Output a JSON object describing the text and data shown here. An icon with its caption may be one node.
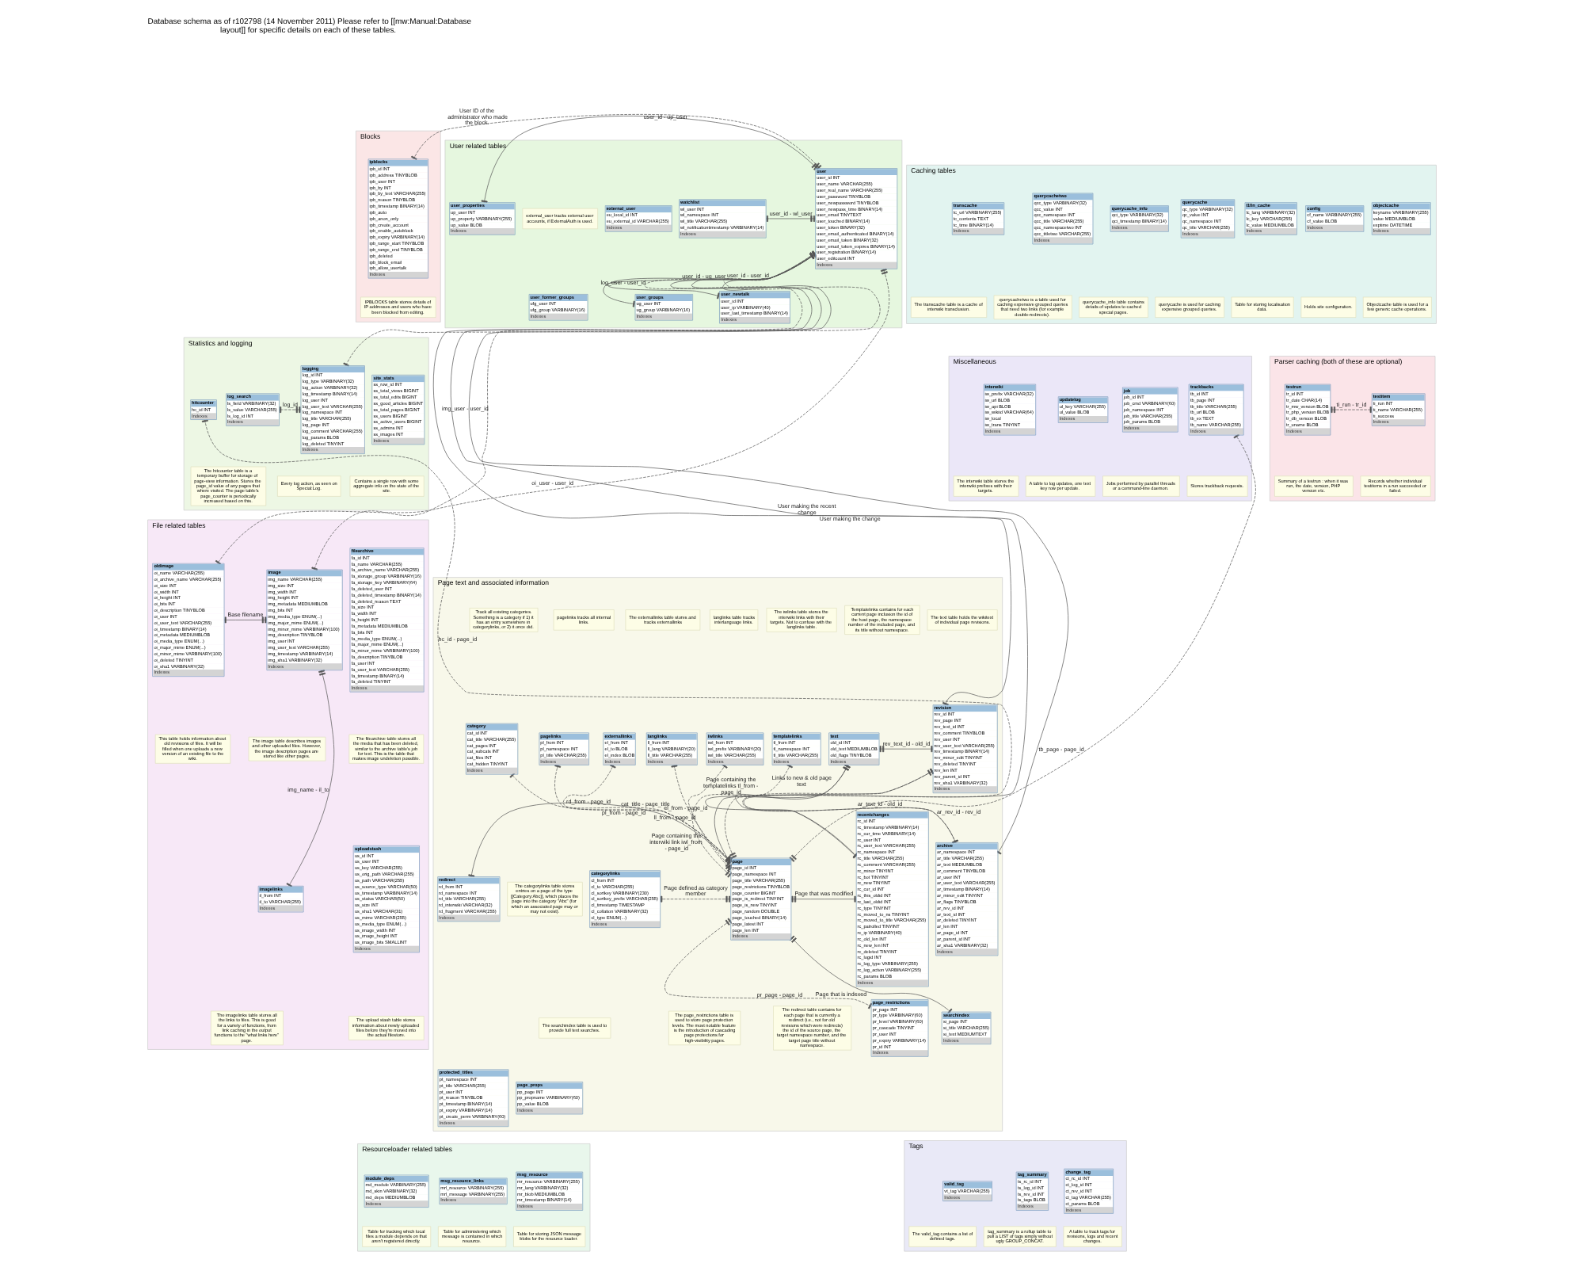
{
  "diagram": {
    "title": "Database schema as of r102798 (14 November 2011) Please refer to [[mw:Manual:Database layout]] for specific details on each of these tables.",
    "nodes": [
      {
        "text": [
          "Blocks"
        ]
      },
      {
        "text": [
          "ipblocks",
          "ipb_id INT",
          "ipb_address TINYBLOB",
          "ipb_user INT",
          "ipb_by INT",
          "ipb_by_text VARCHAR(255)",
          "ipb_reason TINYBLOB",
          "ipb_timestamp BINARY(14)",
          "ipb_auto",
          "ipb_anon_only",
          "ipb_create_account",
          "ipb_enable_autoblock",
          "ipb_expiry VARBINARY(14)",
          "ipb_range_start TINYBLOB",
          "ipb_range_end TINYBLOB",
          "ipb_deleted",
          "ipb_block_email",
          "ipb_allow_usertalk",
          "Indexes"
        ],
        "in": 0
      },
      {
        "text": [
          "IPBLOCKS table stores details of IP addresses and users who have been blocked from editing."
        ],
        "in": 0
      },
      {
        "text": [
          "User related tables"
        ]
      },
      {
        "text": [
          "user",
          "user_id INT",
          "user_name VARCHAR(255)",
          "user_real_name VARCHAR(255)",
          "user_password TINYBLOB",
          "user_newpassword TINYBLOB",
          "user_newpass_time BINARY(14)",
          "user_email TINYTEXT",
          "user_touched BINARY(14)",
          "user_token BINARY(32)",
          "user_email_authenticated BINARY(14)",
          "user_email_token BINARY(32)",
          "user_email_token_expires BINARY(14)",
          "user_registration BINARY(14)",
          "user_editcount INT",
          "Indexes"
        ],
        "in": 3
      },
      {
        "text": [
          "watchlist",
          "wl_user INT",
          "wl_namespace INT",
          "wl_title VARCHAR(255)",
          "wl_notificationtimestamp VARBINARY(14)",
          "Indexes"
        ],
        "in": 3
      },
      {
        "text": [
          "external_user",
          "eu_local_id INT",
          "eu_external_id VARCHAR(255)",
          "Indexes"
        ],
        "in": 3
      },
      {
        "text": [
          "external_user tracks external user accounts, if ExternalAuth is used."
        ],
        "in": 3
      },
      {
        "text": [
          "user_groups",
          "ug_user INT",
          "ug_group VARBINARY(16)",
          "Indexes"
        ],
        "in": 3
      },
      {
        "text": [
          "user_former_groups",
          "ufg_user INT",
          "ufg_group VARBINARY(16)",
          "Indexes"
        ],
        "in": 3
      },
      {
        "text": [
          "user_properties",
          "up_user INT",
          "up_property VARBINARY(255)",
          "up_value BLOB",
          "Indexes"
        ],
        "in": 3
      },
      {
        "text": [
          "user_newtalk",
          "user_id INT",
          "user_ip VARBINARY(40)",
          "user_last_timestamp BINARY(14)",
          "Indexes"
        ],
        "in": 3
      },
      {
        "text": [
          "Caching tables"
        ]
      },
      {
        "text": [
          "objectcache",
          "keyname VARBINARY(255)",
          "value MEDIUMBLOB",
          "exptime DATETIME",
          "Indexes"
        ],
        "in": 12
      },
      {
        "text": [
          "Objectcache table is used for a few generic cache operations."
        ],
        "in": 12
      },
      {
        "text": [
          "config",
          "cf_name VARBINARY(255)",
          "cf_value BLOB",
          "Indexes"
        ],
        "in": 12
      },
      {
        "text": [
          "Holds site configuration."
        ],
        "in": 12
      },
      {
        "text": [
          "l10n_cache",
          "lc_lang VARBINARY(32)",
          "lc_key VARCHAR(255)",
          "lc_value MEDIUMBLOB",
          "Indexes"
        ],
        "in": 12
      },
      {
        "text": [
          "Table for storing localisation data."
        ],
        "in": 12
      },
      {
        "text": [
          "querycache",
          "qc_type VARBINARY(32)",
          "qc_value INT",
          "qc_namespace INT",
          "qc_title VARCHAR(255)",
          "Indexes"
        ],
        "in": 12
      },
      {
        "text": [
          "querycache is used for caching expensive grouped queries."
        ],
        "in": 12
      },
      {
        "text": [
          "querycache_info",
          "qci_type VARBINARY(32)",
          "qci_timestamp BINARY(14)",
          "Indexes"
        ],
        "in": 12
      },
      {
        "text": [
          "querycache_info table contains details of updates to cached special pages."
        ],
        "in": 12
      },
      {
        "text": [
          "querycachetwo",
          "qcc_type VARBINARY(32)",
          "qcc_value INT",
          "qcc_namespace INT",
          "qcc_title VARCHAR(255)",
          "qcc_namespacetwo INT",
          "qcc_titletwo VARCHAR(255)",
          "Indexes"
        ],
        "in": 12
      },
      {
        "text": [
          "querycachetwo is a table used for caching expensive grouped queries that need two links (for example double-redirects)."
        ],
        "in": 12
      },
      {
        "text": [
          "transcache",
          "tc_url VARBINARY(255)",
          "tc_contents TEXT",
          "tc_time BINARY(14)",
          "Indexes"
        ],
        "in": 12
      },
      {
        "text": [
          "The transcache table is a cache of interwiki transclusion."
        ],
        "in": 12
      },
      {
        "text": [
          "Parser caching (both of these are optional)"
        ]
      },
      {
        "text": [
          "testitem",
          "ti_run INT",
          "ti_name VARCHAR(255)",
          "ti_success",
          "Indexes"
        ],
        "in": 27
      },
      {
        "text": [
          "Records whether individual testitems in a run succeeded or failed."
        ],
        "in": 27
      },
      {
        "text": [
          "testrun",
          "tr_id INT",
          "tr_date CHAR(14)",
          "tr_mw_version BLOB",
          "tr_php_version BLOB",
          "tr_db_version BLOB",
          "tr_uname BLOB",
          "Indexes"
        ],
        "in": 27
      },
      {
        "text": [
          "Summary of a testrun : when it was run, the date, version, PHP version etc."
        ],
        "in": 27
      },
      {
        "text": [
          "Miscellaneous"
        ]
      },
      {
        "text": [
          "trackbacks",
          "tb_id INT",
          "tb_page INT",
          "tb_title VARCHAR(255)",
          "tb_url BLOB",
          "tb_ex TEXT",
          "tb_name VARCHAR(255)",
          "Indexes"
        ],
        "in": 32
      },
      {
        "text": [
          "Stores trackback requests."
        ],
        "in": 32
      },
      {
        "text": [
          "job",
          "job_id INT",
          "job_cmd VARBINARY(60)",
          "job_namespace INT",
          "job_title VARCHAR(255)",
          "job_params BLOB",
          "Indexes"
        ],
        "in": 32
      },
      {
        "text": [
          "Jobs performed by parallel threads or a command-line daemon."
        ],
        "in": 32
      },
      {
        "text": [
          "updatelog",
          "ul_key VARCHAR(255)",
          "ul_value BLOB",
          "Indexes"
        ],
        "in": 32
      },
      {
        "text": [
          "A table to log updates, one text key row per update."
        ],
        "in": 32
      },
      {
        "text": [
          "interwiki",
          "iw_prefix VARCHAR(32)",
          "iw_url BLOB",
          "iw_api BLOB",
          "iw_wikiid VARCHAR(64)",
          "iw_local",
          "iw_trans TINYINT",
          "Indexes"
        ],
        "in": 32
      },
      {
        "text": [
          "The interwiki table stores the interwiki prefixes with their targets."
        ],
        "in": 32
      },
      {
        "text": [
          "Statistics and logging"
        ]
      },
      {
        "text": [
          "site_stats",
          "ss_row_id INT",
          "ss_total_views BIGINT",
          "ss_total_edits BIGINT",
          "ss_good_articles BIGINT",
          "ss_total_pages BIGINT",
          "ss_users BIGINT",
          "ss_active_users BIGINT",
          "ss_admins INT",
          "ss_images INT",
          "Indexes"
        ],
        "in": 41
      },
      {
        "text": [
          "Contains a single row with some aggregate info on the state of the site."
        ],
        "in": 41
      },
      {
        "text": [
          "logging",
          "log_id INT",
          "log_type VARBINARY(32)",
          "log_action VARBINARY(32)",
          "log_timestamp BINARY(14)",
          "log_user INT",
          "log_user_text VARCHAR(255)",
          "log_namespace INT",
          "log_title VARCHAR(255)",
          "log_page INT",
          "log_comment VARCHAR(255)",
          "log_params BLOB",
          "log_deleted TINYINT",
          "Indexes"
        ],
        "in": 41
      },
      {
        "text": [
          "Every log action, as seen on Special:Log."
        ],
        "in": 41
      },
      {
        "text": [
          "log_search",
          "ls_field VARBINARY(32)",
          "ls_value VARCHAR(255)",
          "ls_log_id INT",
          "Indexes"
        ],
        "in": 41
      },
      {
        "text": [
          "hitcounter",
          "hc_id INT",
          "Indexes"
        ],
        "in": 41
      },
      {
        "text": [
          "The hitcounter table is a temporary buffer for storage of page-view information. Stores the page_id value of any pages that where visited. The page table's page_counter is periodically increased based on this."
        ],
        "in": 41
      },
      {
        "text": [
          "Page text and associated information"
        ]
      },
      {
        "text": [
          "revision",
          "rev_id INT",
          "rev_page INT",
          "rev_text_id INT",
          "rev_comment TINYBLOB",
          "rev_user INT",
          "rev_user_text VARCHAR(255)",
          "rev_timestamp BINARY(14)",
          "rev_minor_edit TINYINT",
          "rev_deleted TINYINT",
          "rev_len INT",
          "rev_parent_id INT",
          "rev_sha1 VARBINARY(32)",
          "Indexes"
        ],
        "in": 49
      },
      {
        "text": [
          "The text table holds the wikitext of individual page revisions."
        ],
        "in": 49
      },
      {
        "text": [
          "text",
          "old_id INT",
          "old_text MEDIUMBLOB",
          "old_flags TINYBLOB",
          "Indexes"
        ],
        "in": 49
      },
      {
        "text": [
          "Templatelinks contains for each current page inclusion the id of the host page, the namespace number of the included page, and its title without namespace."
        ],
        "in": 49
      },
      {
        "text": [
          "templatelinks",
          "tl_from INT",
          "tl_namespace INT",
          "tl_title VARCHAR(255)",
          "Indexes"
        ],
        "in": 49
      },
      {
        "text": [
          "The iwlinks table stores the interwiki links with their targets. Not to confuse with the langlinks table."
        ],
        "in": 49
      },
      {
        "text": [
          "iwlinks",
          "iwl_from INT",
          "iwl_prefix VARBINARY(20)",
          "iwl_title VARCHAR(255)",
          "Indexes"
        ],
        "in": 49
      },
      {
        "text": [
          "langlinks table tracks interlanguage links."
        ],
        "in": 49
      },
      {
        "text": [
          "langlinks",
          "ll_from INT",
          "ll_lang VARBINARY(20)",
          "ll_title VARCHAR(255)",
          "Indexes"
        ],
        "in": 49
      },
      {
        "text": [
          "The externallinks table stores and tracks externallinks"
        ],
        "in": 49
      },
      {
        "text": [
          "externallinks",
          "el_from INT",
          "el_to BLOB",
          "el_index BLOB",
          "Indexes"
        ],
        "in": 49
      },
      {
        "text": [
          "pagelinks tracks all internal links."
        ],
        "in": 49
      },
      {
        "text": [
          "pagelinks",
          "pl_from INT",
          "pl_namespace INT",
          "pl_title VARCHAR(255)",
          "Indexes"
        ],
        "in": 49
      },
      {
        "text": [
          "Track all existing categories. Something is a category if 1) it has an entry somewhere in categorylinks, or 2) it once did."
        ],
        "in": 49
      },
      {
        "text": [
          "category",
          "cat_id INT",
          "cat_title VARCHAR(255)",
          "cat_pages INT",
          "cat_subcats INT",
          "cat_files INT",
          "cat_hidden TINYINT",
          "Indexes"
        ],
        "in": 49
      },
      {
        "text": [
          "categorylinks",
          "cl_from INT",
          "cl_to VARCHAR(255)",
          "cl_sortkey VARBINARY(230)",
          "cl_sortkey_prefix VARCHAR(255)",
          "cl_timestamp TIMESTAMP",
          "cl_collation VARBINARY(32)",
          "cl_type ENUM(...)",
          "Indexes"
        ],
        "in": 49
      },
      {
        "text": [
          "The categorylinks table stores entries on a page of the type [[Category:Abc]], which places the page into the category \"Abc\" (for which an associated page may or may not exist)."
        ],
        "in": 49
      },
      {
        "text": [
          "page",
          "page_id INT",
          "page_namespace INT",
          "page_title VARCHAR(255)",
          "page_restrictions TINYBLOB",
          "page_counter BIGINT",
          "page_is_redirect TINYINT",
          "page_is_new TINYINT",
          "page_random DOUBLE",
          "page_touched BINARY(14)",
          "page_latest INT",
          "page_len INT",
          "Indexes"
        ],
        "in": 49
      },
      {
        "text": [
          "recentchanges",
          "rc_id INT",
          "rc_timestamp VARBINARY(14)",
          "rc_cur_time VARBINARY(14)",
          "rc_user INT",
          "rc_user_text VARCHAR(255)",
          "rc_namespace INT",
          "rc_title VARCHAR(255)",
          "rc_comment VARCHAR(255)",
          "rc_minor TINYINT",
          "rc_bot TINYINT",
          "rc_new TINYINT",
          "rc_cur_id INT",
          "rc_this_oldid INT",
          "rc_last_oldid INT",
          "rc_type TINYINT",
          "rc_moved_to_ns TINYINT",
          "rc_moved_to_title VARCHAR(255)",
          "rc_patrolled TINYINT",
          "rc_ip VARBINARY(40)",
          "rc_old_len INT",
          "rc_new_len INT",
          "rc_deleted TINYINT",
          "rc_logid INT",
          "rc_log_type VARBINARY(255)",
          "rc_log_action VARBINARY(255)",
          "rc_params BLOB",
          "Indexes"
        ],
        "in": 49
      },
      {
        "text": [
          "archive",
          "ar_namespace INT",
          "ar_title VARCHAR(255)",
          "ar_text MEDIUMBLOB",
          "ar_comment TINYBLOB",
          "ar_user INT",
          "ar_user_text VARCHAR(255)",
          "ar_timestamp BINARY(14)",
          "ar_minor_edit TINYINT",
          "ar_flags TINYBLOB",
          "ar_rev_id INT",
          "ar_text_id INT",
          "ar_deleted TINYINT",
          "ar_len INT",
          "ar_page_id INT",
          "ar_parent_id INT",
          "ar_sha1 VARBINARY(32)",
          "Indexes"
        ],
        "in": 49
      },
      {
        "text": [
          "redirect",
          "rd_from INT",
          "rd_namespace INT",
          "rd_title VARCHAR(255)",
          "rd_interwiki VARCHAR(32)",
          "rd_fragment VARCHAR(255)",
          "Indexes"
        ],
        "in": 49
      },
      {
        "text": [
          "The redirect table contains for each page that is currently a redirect (i.e., not for old revisions which were redirects) the id of the source page, the target namespace number, and the target page title without namespace."
        ],
        "in": 49
      },
      {
        "text": [
          "page_restrictions",
          "pr_page INT",
          "pr_type VARBINARY(60)",
          "pr_level VARBINARY(60)",
          "pr_cascade TINYINT",
          "pr_user INT",
          "pr_expiry VARBINARY(14)",
          "pr_id INT",
          "Indexes"
        ],
        "in": 49
      },
      {
        "text": [
          "The page_restrictions table is used to store page protection levels. The most notable feature is the introduction of cascading page protections for high-visibility pages."
        ],
        "in": 49
      },
      {
        "text": [
          "page_props",
          "pp_page INT",
          "pp_propname VARBINARY(60)",
          "pp_value BLOB",
          "Indexes"
        ],
        "in": 49
      },
      {
        "text": [
          "protected_titles",
          "pt_namespace INT",
          "pt_title VARCHAR(255)",
          "pt_user INT",
          "pt_reason TINYBLOB",
          "pt_timestamp BINARY(14)",
          "pt_expiry VARBINARY(14)",
          "pt_create_perm VARBINARY(60)",
          "Indexes"
        ],
        "in": 49
      },
      {
        "text": [
          "searchindex",
          "si_page INT",
          "si_title VARCHAR(255)",
          "si_text MEDIUMTEXT",
          "Indexes"
        ],
        "in": 49
      },
      {
        "text": [
          "The searchindex table is used to provide full text searches."
        ],
        "in": 49
      },
      {
        "text": [
          "File related tables"
        ]
      },
      {
        "text": [
          "filearchive",
          "fa_id INT",
          "fa_name VARCHAR(255)",
          "fa_archive_name VARCHAR(255)",
          "fa_storage_group VARBINARY(16)",
          "fa_storage_key VARBINARY(64)",
          "fa_deleted_user INT",
          "fa_deleted_timestamp BINARY(14)",
          "fa_deleted_reason TEXT",
          "fa_size INT",
          "fa_width INT",
          "fa_height INT",
          "fa_metadata MEDIUMBLOB",
          "fa_bits INT",
          "fa_media_type ENUM(...)",
          "fa_major_mime ENUM(...)",
          "fa_minor_mime VARBINARY(100)",
          "fa_description TINYBLOB",
          "fa_user INT",
          "fa_user_text VARCHAR(255)",
          "fa_timestamp BINARY(14)",
          "fa_deleted TINYINT",
          "Indexes"
        ],
        "in": 78
      },
      {
        "text": [
          "The filearchive table stores all the media that has been deleted, similar to the archive table's job for text. This is the table that makes image undeletion possible."
        ],
        "in": 78
      },
      {
        "text": [
          "image",
          "img_name VARCHAR(255)",
          "img_size INT",
          "img_width INT",
          "img_height INT",
          "img_metadata MEDIUMBLOB",
          "img_bits INT",
          "img_media_type ENUM(...)",
          "img_major_mime ENUM(...)",
          "img_minor_mime VARBINARY(100)",
          "img_description TINYBLOB",
          "img_user INT",
          "img_user_text VARCHAR(255)",
          "img_timestamp VARBINARY(14)",
          "img_sha1 VARBINARY(32)",
          "Indexes"
        ],
        "in": 78
      },
      {
        "text": [
          "The image table describes images and other uploaded files. However, the image description pages are stored like other pages."
        ],
        "in": 78
      },
      {
        "text": [
          "oldimage",
          "oi_name VARCHAR(255)",
          "oi_archive_name VARCHAR(255)",
          "oi_size INT",
          "oi_width INT",
          "oi_height INT",
          "oi_bits INT",
          "oi_description TINYBLOB",
          "oi_user INT",
          "oi_user_text VARCHAR(255)",
          "oi_timestamp BINARY(14)",
          "oi_metadata MEDIUMBLOB",
          "oi_media_type ENUM(...)",
          "oi_major_mime ENUM(...)",
          "oi_minor_mime VARBINARY(100)",
          "oi_deleted TINYINT",
          "oi_sha1 VARBINARY(32)",
          "Indexes"
        ],
        "in": 78
      },
      {
        "text": [
          "This table holds information about old revisions of files. It will be filled when one uploads a new version of an existing file to the wiki."
        ],
        "in": 78
      },
      {
        "text": [
          "uploadstash",
          "us_id INT",
          "us_user INT",
          "us_key VARCHAR(255)",
          "us_orig_path VARCHAR(255)",
          "us_path VARCHAR(255)",
          "us_source_type VARCHAR(50)",
          "us_timestamp VARBINARY(14)",
          "us_status VARCHAR(50)",
          "us_size INT",
          "us_sha1 VARCHAR(31)",
          "us_mime VARCHAR(255)",
          "us_media_type ENUM(...)",
          "us_image_width INT",
          "us_image_height INT",
          "us_image_bits SMALLINT",
          "Indexes"
        ],
        "in": 78
      },
      {
        "text": [
          "imagelinks",
          "il_from INT",
          "il_to VARCHAR(255)",
          "Indexes"
        ],
        "in": 78
      },
      {
        "text": [
          "The imagelinks table stores all the links to files. This is good for a variety of functions, from link caching in the output functions to the \"what links here\" page."
        ],
        "in": 78
      },
      {
        "text": [
          "The upload stash table stores information about newly uploaded files before they're moved into the actual filestore."
        ],
        "in": 78
      },
      {
        "text": [
          "Resourceloader related tables"
        ]
      },
      {
        "text": [
          "msg_resource",
          "mr_resource VARBINARY(255)",
          "mr_lang VARBINARY(32)",
          "mr_blob MEDIUMBLOB",
          "mr_timestamp BINARY(14)",
          "Indexes"
        ],
        "in": 89
      },
      {
        "text": [
          "Table for storing JSON message blobs for the resource loader."
        ],
        "in": 89
      },
      {
        "text": [
          "msg_resource_links",
          "mrl_resource VARBINARY(255)",
          "mrl_message VARBINARY(255)",
          "Indexes"
        ],
        "in": 89
      },
      {
        "text": [
          "Table for administering which message is contained in which resource."
        ],
        "in": 89
      },
      {
        "text": [
          "module_deps",
          "md_module VARBINARY(255)",
          "md_skin VARBINARY(32)",
          "md_deps MEDIUMBLOB",
          "Indexes"
        ],
        "in": 89
      },
      {
        "text": [
          "Table for tracking which local files a module depends on that aren't registered directly."
        ],
        "in": 89
      },
      {
        "text": [
          "Tags"
        ]
      },
      {
        "text": [
          "change_tag",
          "ct_rc_id INT",
          "ct_log_id INT",
          "ct_rev_id INT",
          "ct_tag VARCHAR(255)",
          "ct_params BLOB",
          "Indexes"
        ],
        "in": 96
      },
      {
        "text": [
          "A table to track tags for revisions, logs and recent changes."
        ],
        "in": 96
      },
      {
        "text": [
          "tag_summary",
          "ts_rc_id INT",
          "ts_log_id INT",
          "ts_rev_id INT",
          "ts_tags BLOB",
          "Indexes"
        ],
        "in": 96
      },
      {
        "text": [
          "tag_summary is a rollup table to pull a LIST of tags simply without ugly GROUP_CONCAT."
        ],
        "in": 96
      },
      {
        "text": [
          "valid_tag",
          "vt_tag VARCHAR(255)",
          "Indexes"
        ],
        "in": 96
      },
      {
        "text": [
          "The valid_tag contains a list of defined tags."
        ],
        "in": 96
      }
    ],
    "edges": [
      {
        "from": 4,
        "to": 1,
        "arrow": "other",
        "label": "User ID of the administrator who made the block.",
        "style": "dashed"
      },
      {
        "from": 4,
        "to": 5,
        "arrow": "other",
        "label": "user_id - wl_user"
      },
      {
        "from": 4,
        "to": 8,
        "arrow": "other",
        "label": "user_id - ug_user"
      },
      {
        "from": 4,
        "to": 10,
        "arrow": "other",
        "label": "user_id - up_user"
      },
      {
        "from": 4,
        "to": 11,
        "arrow": "other",
        "label": "user_id - user_id"
      },
      {
        "from": 4,
        "to": 44,
        "arrow": "other",
        "label": "log_user - user_id",
        "style": "dashed"
      },
      {
        "from": 4,
        "to": 68,
        "arrow": "other",
        "label": "User making the recent change"
      },
      {
        "from": 4,
        "to": 50,
        "arrow": "other",
        "label": "User making the change"
      },
      {
        "from": 4,
        "to": 69,
        "arrow": "other"
      },
      {
        "from": 4,
        "to": 81,
        "arrow": "other",
        "label": "img_user - user_id",
        "style": "dashed"
      },
      {
        "from": 4,
        "to": 83,
        "arrow": "other",
        "label": "oi_user - user_id",
        "style": "dashed"
      },
      {
        "from": 44,
        "to": 46,
        "arrow": "other",
        "label": "log_id",
        "style": "dashed"
      },
      {
        "from": 67,
        "to": 47,
        "arrow": "other",
        "label": "hc_id - page_id",
        "style": "dashed"
      },
      {
        "from": 30,
        "to": 28,
        "arrow": "other",
        "label": "ti_run - tr_id",
        "style": "dashed"
      },
      {
        "from": 67,
        "to": 33,
        "arrow": "other",
        "label": "tb_page - page_id",
        "style": "dashed"
      },
      {
        "from": 52,
        "to": 50,
        "arrow": "other",
        "label": "rev_text_id - old_id"
      },
      {
        "from": 52,
        "to": 69,
        "arrow": "other",
        "label": "ar_text_id - old_id"
      },
      {
        "from": 52,
        "to": 68,
        "arrow": "other",
        "label": "Links to new & old page text"
      },
      {
        "from": 50,
        "to": 69,
        "arrow": "other",
        "label": "ar_rev_id - rev_id",
        "style": "dashed"
      },
      {
        "from": 67,
        "to": 50,
        "arrow": "other"
      },
      {
        "from": 67,
        "to": 68,
        "arrow": "other",
        "label": "Page that was modified"
      },
      {
        "from": 67,
        "to": 70,
        "arrow": "other",
        "label": "rd_from - page_id"
      },
      {
        "from": 67,
        "to": 54,
        "arrow": "other",
        "label": "Page containing the templatelinks tl_from - page_id",
        "style": "dashed"
      },
      {
        "from": 67,
        "to": 56,
        "arrow": "other",
        "label": "Page containing the interwiki link iwl_from - page_id",
        "style": "dashed"
      },
      {
        "from": 67,
        "to": 58,
        "arrow": "other",
        "label": "ll_from - page_id",
        "style": "dashed"
      },
      {
        "from": 67,
        "to": 60,
        "arrow": "other",
        "label": "el_from - page_id",
        "style": "dashed"
      },
      {
        "from": 67,
        "to": 62,
        "arrow": "other",
        "label": "pl_from - page_id",
        "style": "dashed"
      },
      {
        "from": 67,
        "to": 64,
        "arrow": "other",
        "label": "cat_title - page_title",
        "style": "dashed"
      },
      {
        "from": 67,
        "to": 65,
        "arrow": "other",
        "label": "Page defined as category member",
        "style": "dashed"
      },
      {
        "from": 67,
        "to": 76,
        "arrow": "other",
        "label": "Page that is indexed"
      },
      {
        "from": 67,
        "to": 72,
        "arrow": "other",
        "label": "pr_page - page_id",
        "style": "dashed"
      },
      {
        "from": 81,
        "to": 83,
        "arrow": "other",
        "label": "Base filename"
      },
      {
        "from": 81,
        "to": 86,
        "arrow": "other",
        "label": "img_name - il_to"
      }
    ]
  }
}
